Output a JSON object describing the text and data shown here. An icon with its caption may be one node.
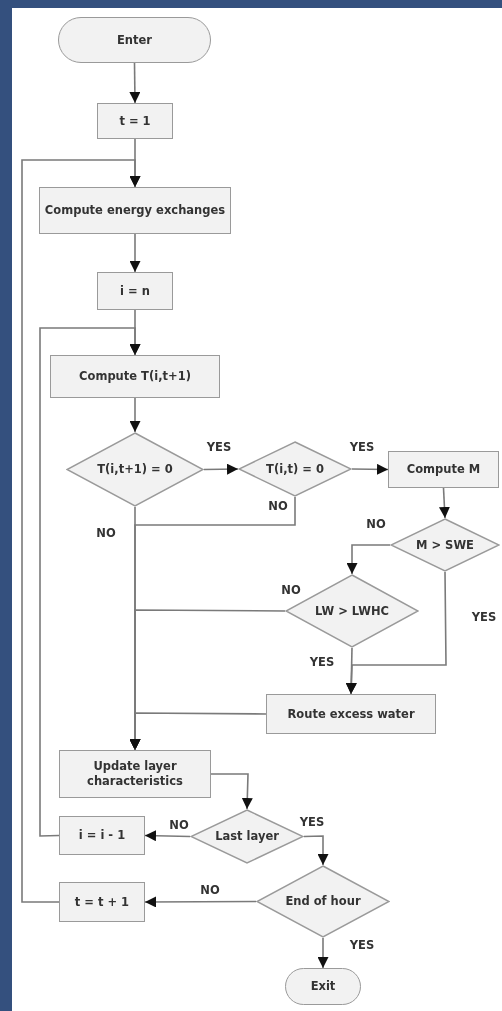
{
  "diagram": {
    "nodes": [
      {
        "text": [
          "Enter"
        ]
      },
      {
        "text": [
          "t = 1"
        ]
      },
      {
        "text": [
          "Compute energy exchanges"
        ]
      },
      {
        "text": [
          "i = n"
        ]
      },
      {
        "text": [
          "Compute T(i,t+1)"
        ]
      },
      {
        "text": [
          "T(i,t+1) = 0"
        ]
      },
      {
        "text": [
          "T(i,t) = 0"
        ]
      },
      {
        "text": [
          "Compute M"
        ]
      },
      {
        "text": [
          "M > SWE"
        ]
      },
      {
        "text": [
          "LW > LWHC"
        ]
      },
      {
        "text": [
          "Route excess water"
        ]
      },
      {
        "text": [
          "Update layer characteristics"
        ]
      },
      {
        "text": [
          "i = i - 1"
        ]
      },
      {
        "text": [
          "Last layer"
        ]
      },
      {
        "text": [
          "t = t + 1"
        ]
      },
      {
        "text": [
          "End of hour"
        ]
      },
      {
        "text": [
          "Exit"
        ]
      }
    ],
    "edges": [
      {
        "from": 0,
        "to": 1,
        "arrow": "to"
      },
      {
        "from": 1,
        "to": 2,
        "arrow": "to"
      },
      {
        "from": 2,
        "to": 3,
        "arrow": "to"
      },
      {
        "from": 3,
        "to": 4,
        "arrow": "to"
      },
      {
        "from": 4,
        "to": 5,
        "arrow": "to"
      },
      {
        "from": 5,
        "to": 6,
        "arrow": "to",
        "label": "YES"
      },
      {
        "from": 6,
        "to": 7,
        "arrow": "to",
        "label": "YES"
      },
      {
        "from": 6,
        "to": 11,
        "arrow": "to",
        "label": "NO"
      },
      {
        "from": 5,
        "to": 11,
        "arrow": "to",
        "label": "NO"
      },
      {
        "from": 7,
        "to": 8,
        "arrow": "to"
      },
      {
        "from": 8,
        "to": 9,
        "arrow": "to",
        "label": "NO"
      },
      {
        "from": 8,
        "to": 10,
        "arrow": "to",
        "label": "YES"
      },
      {
        "from": 9,
        "to": 10,
        "arrow": "to",
        "label": "YES"
      },
      {
        "from": 9,
        "to": 11,
        "arrow": "to",
        "label": "NO"
      },
      {
        "from": 10,
        "to": 11,
        "arrow": "to"
      },
      {
        "from": 11,
        "to": 13,
        "arrow": "to"
      },
      {
        "from": 13,
        "to": 12,
        "arrow": "to",
        "label": "NO"
      },
      {
        "from": 13,
        "to": 15,
        "arrow": "to",
        "label": "YES"
      },
      {
        "from": 15,
        "to": 14,
        "arrow": "to",
        "label": "NO"
      },
      {
        "from": 15,
        "to": 16,
        "arrow": "to",
        "label": "YES"
      },
      {
        "from": 12,
        "to": 4,
        "arrow": "to"
      },
      {
        "from": 14,
        "to": 2,
        "arrow": "to"
      }
    ]
  }
}
